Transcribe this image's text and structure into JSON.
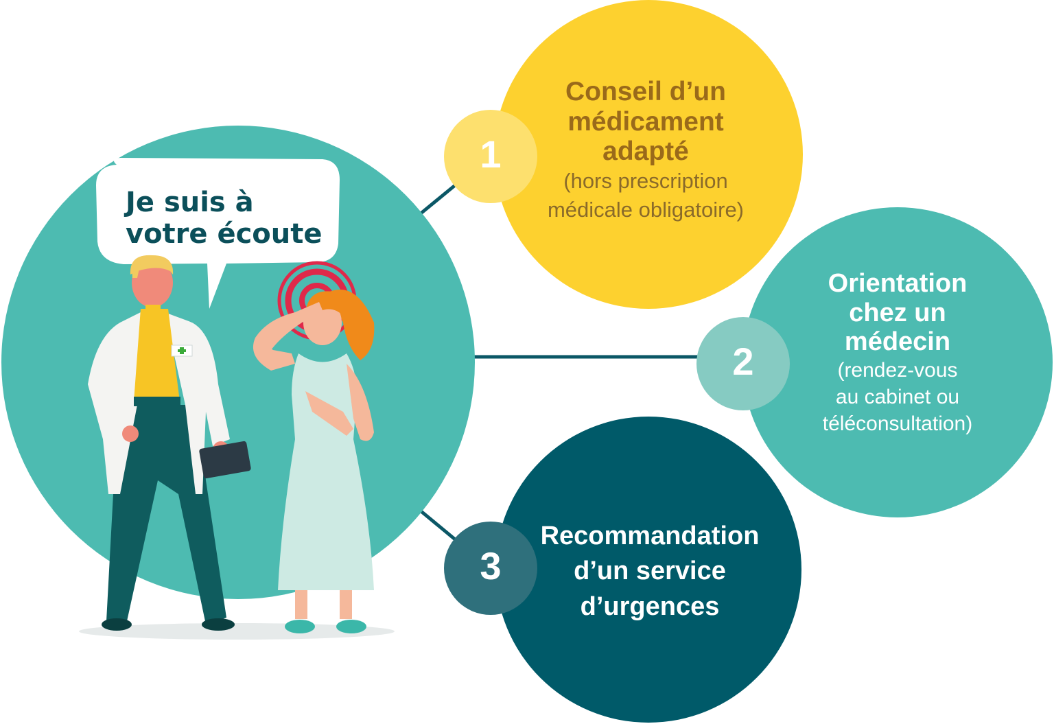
{
  "speech_bubble": {
    "line1": "Je suis à",
    "line2": "votre écoute"
  },
  "options": [
    {
      "number": "1",
      "title_lines": [
        "Conseil d’un",
        "médicament",
        "adapté"
      ],
      "subtitle_lines": [
        "(hors prescription",
        "médicale obligatoire)"
      ],
      "color": "#fdd12f",
      "badge_color": "#fde06e"
    },
    {
      "number": "2",
      "title_lines": [
        "Orientation",
        "chez un",
        "médecin"
      ],
      "subtitle_lines": [
        "(rendez-vous",
        "au cabinet ou",
        "téléconsultation)"
      ],
      "color": "#4dbbb1",
      "badge_color": "#86cbc2"
    },
    {
      "number": "3",
      "title_lines": [
        "Recommandation",
        "d’un service",
        "d’urgences"
      ],
      "subtitle_lines": [],
      "color": "#005a69",
      "badge_color": "#2f707c"
    }
  ],
  "colors": {
    "main_circle": "#4dbbb1",
    "connector": "#0b5766"
  }
}
